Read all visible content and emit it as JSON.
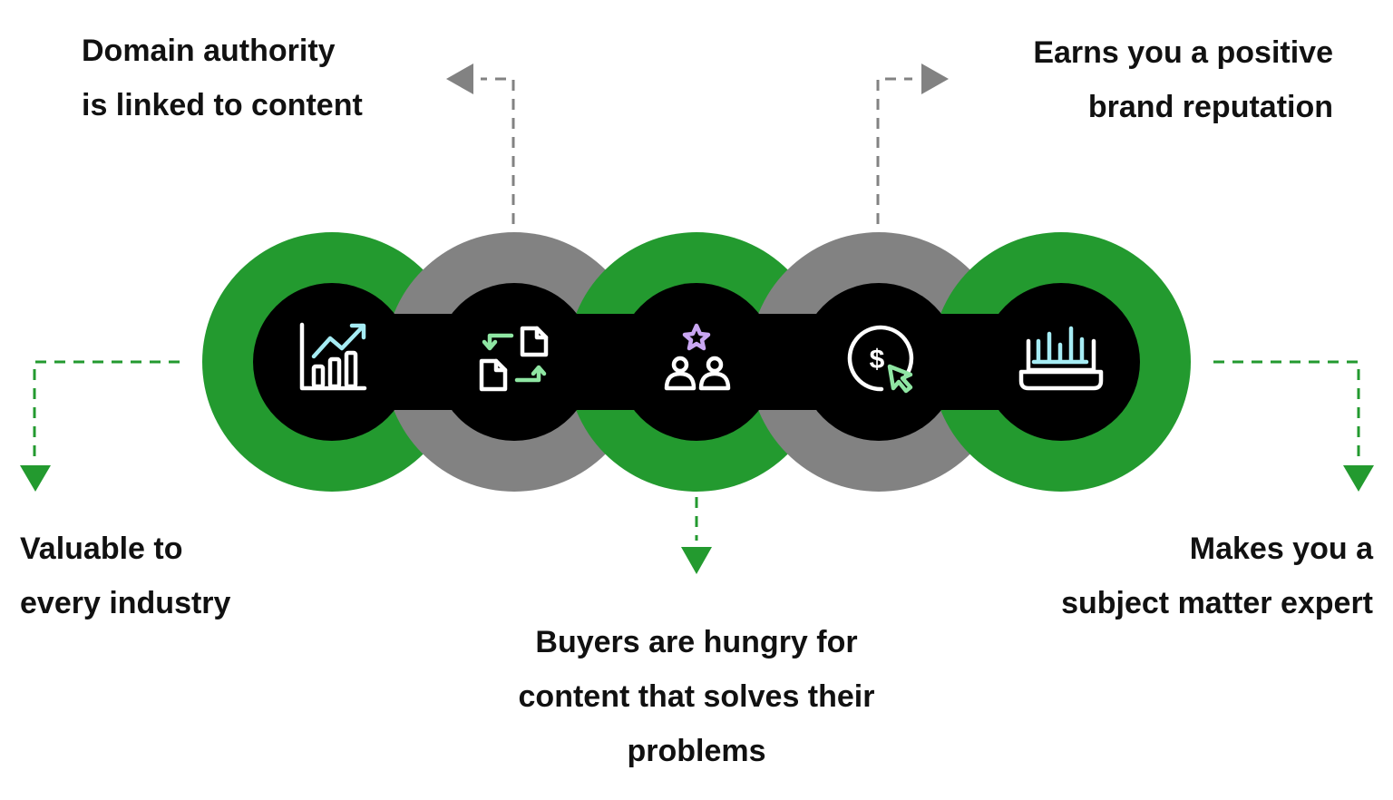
{
  "colors": {
    "green": "#239a2f",
    "gray": "#828282",
    "black": "#000000",
    "text": "#111111",
    "icon_white": "#ffffff",
    "icon_cyan": "#a6ecf4",
    "icon_lightgreen": "#8fe6a3",
    "icon_purple": "#c9a6f2"
  },
  "nodes": [
    {
      "ring": "green",
      "icon": "growth-chart-icon"
    },
    {
      "ring": "gray",
      "icon": "document-exchange-icon"
    },
    {
      "ring": "green",
      "icon": "audience-star-icon"
    },
    {
      "ring": "gray",
      "icon": "dollar-cursor-icon"
    },
    {
      "ring": "green",
      "icon": "laptop-chart-icon"
    }
  ],
  "callouts": {
    "domain_authority": {
      "lines": [
        "Domain authority",
        "is linked to content"
      ],
      "connector_color": "gray"
    },
    "brand_reputation": {
      "lines": [
        "Earns you a positive",
        "brand reputation"
      ],
      "connector_color": "gray"
    },
    "valuable": {
      "lines": [
        "Valuable to",
        "every industry"
      ],
      "connector_color": "green"
    },
    "buyers": {
      "lines": [
        "Buyers are hungry for",
        "content that solves their",
        "problems"
      ],
      "connector_color": "green"
    },
    "expert": {
      "lines": [
        "Makes you a",
        "subject matter expert"
      ],
      "connector_color": "green"
    }
  }
}
